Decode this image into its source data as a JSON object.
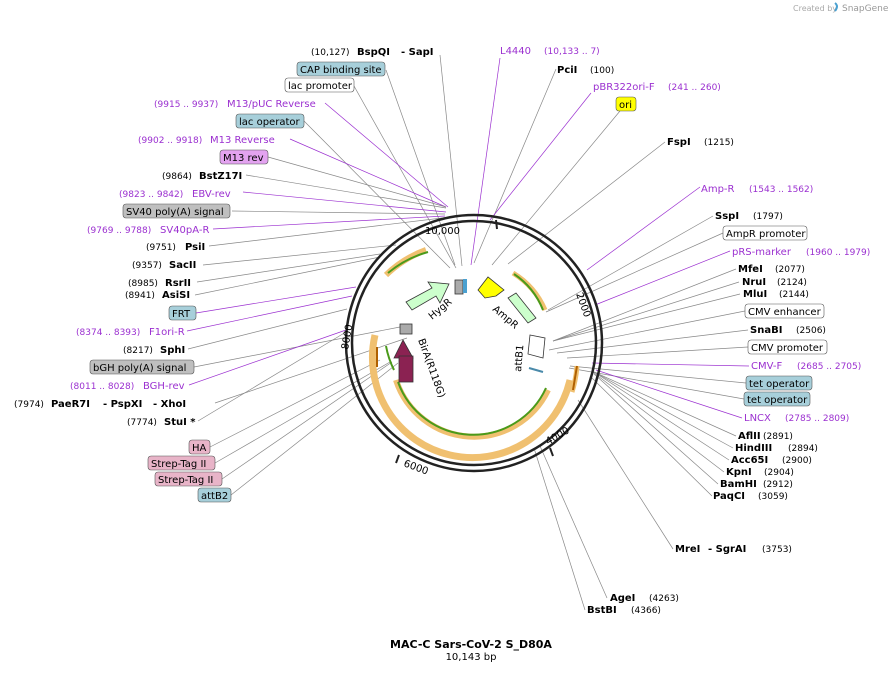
{
  "credit": {
    "text": "Created by",
    "brand": "SnapGene"
  },
  "plasmid": {
    "name": "MAC-C Sars-CoV-2 S_D80A",
    "length_label": "10,143 bp"
  },
  "ticks": [
    "10,000",
    "2000",
    "4000",
    "6000",
    "8000"
  ],
  "features": {
    "hygr": "HygR",
    "ampr": "AmpR",
    "bira": "BirA(R118G)",
    "attb1": "attB1"
  },
  "labels": {
    "bspqi_pos": "(10,127)",
    "bspqi": "BspQI",
    "sapi": "- SapI",
    "l4440": "L4440",
    "l4440_pos": "(10,133 .. 7)",
    "pcii": "PciI",
    "pcii_pos": "(100)",
    "pbr322": "pBR322ori-F",
    "pbr322_pos": "(241 .. 260)",
    "cap_site": "CAP binding site",
    "lac_promoter": "lac promoter",
    "m13puc_pos": "(9915 .. 9937)",
    "m13puc": "M13/pUC Reverse",
    "lac_operator": "lac operator",
    "ori": "ori",
    "m13rev_pos": "(9902 .. 9918)",
    "m13rev": "M13 Reverse",
    "fspi": "FspI",
    "fspi_pos": "(1215)",
    "m13rev_box": "M13 rev",
    "bstz_pos": "(9864)",
    "bstz": "BstZ17I",
    "ebv_pos": "(9823 .. 9842)",
    "ebv": "EBV-rev",
    "ampr_primer": "Amp-R",
    "ampr_primer_pos": "(1543 .. 1562)",
    "sv40polya": "SV40 poly(A) signal",
    "sspi": "SspI",
    "sspi_pos": "(1797)",
    "sv40pa_pos": "(9769 .. 9788)",
    "sv40pa": "SV40pA-R",
    "ampr_promoter": "AmpR promoter",
    "psii_pos": "(9751)",
    "psii": "PsiI",
    "prs_marker": "pRS-marker",
    "prs_pos": "(1960 .. 1979)",
    "sacii_pos": "(9357)",
    "sacii": "SacII",
    "mfei": "MfeI",
    "mfei_pos": "(2077)",
    "rsrii_pos": "(8985)",
    "rsrii": "RsrII",
    "nrui": "NruI",
    "nrui_pos": "(2124)",
    "asisi_pos": "(8941)",
    "asisi": "AsiSI",
    "mlui": "MluI",
    "mlui_pos": "(2144)",
    "frt": "FRT",
    "cmv_enhancer": "CMV enhancer",
    "f1ori_pos": "(8374 .. 8393)",
    "f1ori": "F1ori-R",
    "snabi": "SnaBI",
    "snabi_pos": "(2506)",
    "sphi_pos": "(8217)",
    "sphi": "SphI",
    "cmv_promoter": "CMV promoter",
    "bgh_polya": "bGH poly(A) signal",
    "cmvf": "CMV-F",
    "cmvf_pos": "(2685 .. 2705)",
    "bghrev_pos": "(8011 .. 8028)",
    "bghrev": "BGH-rev",
    "tet_op1": "tet operator",
    "paer7i_pos": "(7974)",
    "paer7i": "PaeR7I",
    "pspxi": "- PspXI",
    "xhoi": "- XhoI",
    "tet_op2": "tet operator",
    "stui_pos": "(7774)",
    "stui": "StuI *",
    "lncx": "LNCX",
    "lncx_pos": "(2785 .. 2809)",
    "aflii": "AflII",
    "aflii_pos": "(2891)",
    "ha": "HA",
    "hindiii": "HindIII",
    "hindiii_pos": "(2894)",
    "strep1": "Strep-Tag II",
    "acc65i": "Acc65I",
    "acc65i_pos": "(2900)",
    "kpni": "KpnI",
    "kpni_pos": "(2904)",
    "strep2": "Strep-Tag II",
    "bamhi": "BamHI",
    "bamhi_pos": "(2912)",
    "attb2": "attB2",
    "paqci": "PaqCI",
    "paqci_pos": "(3059)",
    "mrei": "MreI",
    "sgrai": "- SgrAI",
    "mrei_pos": "(3753)",
    "agei": "AgeI",
    "agei_pos": "(4263)",
    "bstbi": "BstBI",
    "bstbi_pos": "(4366)"
  },
  "colors": {
    "primer": "#9b30d0",
    "misc_box": "#a7cfda",
    "ori_box": "#ffff00",
    "tag_box": "#e8b4c8",
    "polya_box": "#bfbfbf",
    "mrev_box": "#e3a3f0",
    "ampr_arrow": "#ffff00",
    "hyg_arrow": "#ccffcc",
    "bira_arrow": "#8b2252",
    "orf_green": "#4a9a1a",
    "orf_orange": "#f0c070"
  }
}
